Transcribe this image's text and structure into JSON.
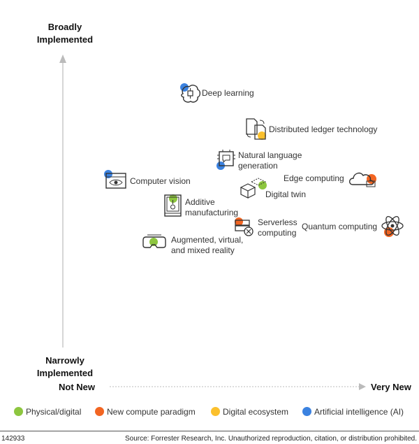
{
  "axes": {
    "y_top": "Broadly\nImplemented",
    "y_bottom": "Narrowly\nImplemented",
    "x_left": "Not New",
    "x_right": "Very New"
  },
  "categories": {
    "physical": {
      "label": "Physical/digital",
      "color": "#8dc63f"
    },
    "compute": {
      "label": "New compute paradigm",
      "color": "#f26522"
    },
    "ecosystem": {
      "label": "Digital ecosystem",
      "color": "#fbc02d"
    },
    "ai": {
      "label": "Artificial intelligence (AI)",
      "color": "#3b82e0"
    }
  },
  "items": {
    "deep_learning": {
      "label": "Deep learning",
      "category": "ai",
      "icon": "brain-icon"
    },
    "distributed_ledger": {
      "label": "Distributed ledger technology",
      "category": "ecosystem",
      "icon": "ledger-documents-icon"
    },
    "nlg": {
      "label": "Natural language\ngeneration",
      "category": "ai",
      "icon": "chip-speech-icon"
    },
    "computer_vision": {
      "label": "Computer vision",
      "category": "ai",
      "icon": "eye-screen-icon"
    },
    "edge_computing": {
      "label": "Edge computing",
      "category": "compute",
      "icon": "cloud-icon"
    },
    "digital_twin": {
      "label": "Digital twin",
      "category": "physical",
      "icon": "boxes-icon"
    },
    "additive": {
      "label": "Additive\nmanufacturing",
      "category": "physical",
      "icon": "3d-printer-icon"
    },
    "serverless": {
      "label": "Serverless\ncomputing",
      "category": "compute",
      "icon": "server-icon"
    },
    "quantum": {
      "label": "Quantum computing",
      "category": "compute",
      "icon": "atom-icon"
    },
    "ar_vr": {
      "label": "Augmented, virtual,\nand mixed reality",
      "category": "physical",
      "icon": "vr-headset-icon"
    }
  },
  "footer": {
    "id": "142933",
    "source": "Source: Forrester Research, Inc. Unauthorized reproduction, citation, or distribution prohibited."
  }
}
